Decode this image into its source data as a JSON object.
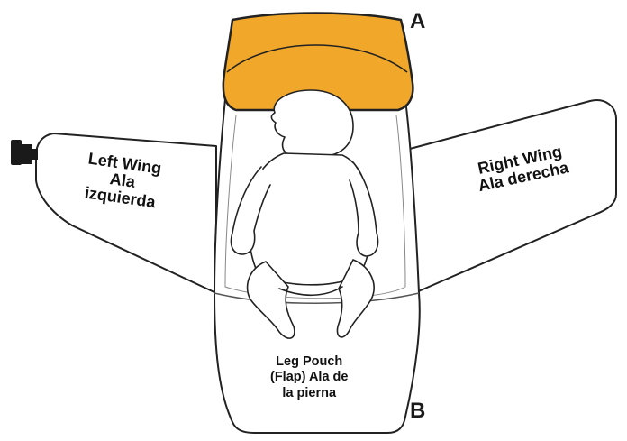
{
  "markers": {
    "top": "A",
    "bottom": "B"
  },
  "left_wing": {
    "line1": "Left Wing",
    "line2": "Ala",
    "line3": "izquierda"
  },
  "right_wing": {
    "line1": "Right Wing",
    "line2": "Ala derecha"
  },
  "leg_pouch": {
    "line1": "Leg Pouch",
    "line2": "(Flap) Ala de",
    "line3": "la pierna"
  },
  "colors": {
    "hood": "#f0a72a",
    "outline": "#222222",
    "fill": "#ffffff",
    "valve": "#1a1a1a"
  },
  "icons": {
    "valve": "valve-icon",
    "baby": "baby-figure"
  }
}
